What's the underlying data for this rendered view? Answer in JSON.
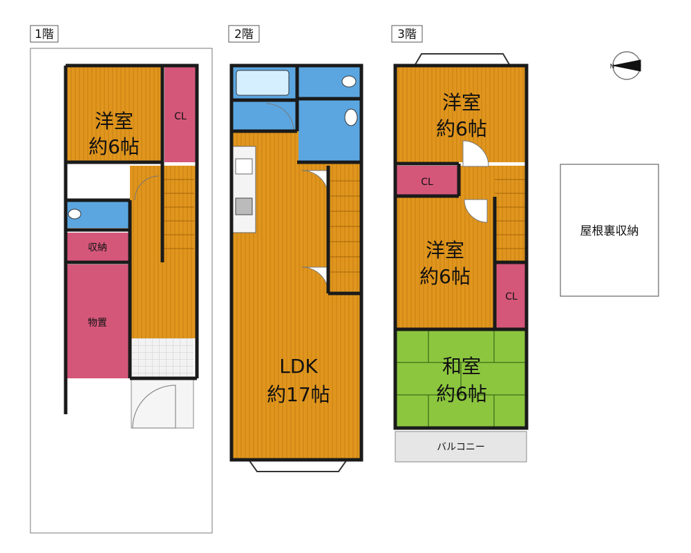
{
  "floors": [
    {
      "label": "1階"
    },
    {
      "label": "2階"
    },
    {
      "label": "3階"
    }
  ],
  "rooms": {
    "f1_western_name": "洋室",
    "f1_western_size": "約6帖",
    "f1_closet": "CL",
    "f1_storage": "収納",
    "f1_shed": "物置",
    "f2_ldk_name": "LDK",
    "f2_ldk_size": "約17帖",
    "f3_western_top_name": "洋室",
    "f3_western_top_size": "約6帖",
    "f3_closet_top": "CL",
    "f3_western_mid_name": "洋室",
    "f3_western_mid_size": "約6帖",
    "f3_closet_mid": "CL",
    "f3_japanese_name": "和室",
    "f3_japanese_size": "約6帖",
    "f3_balcony": "バルコニー"
  },
  "attic": {
    "label": "屋根裏収納"
  },
  "compass": {
    "north": "N"
  },
  "colors": {
    "wood_floor": "#e0961e",
    "closet": "#d4577a",
    "wet_area": "#5ba6e0",
    "tatami": "#8cc63f",
    "balcony": "#e6e6e6",
    "wall": "#1a1a1a"
  }
}
